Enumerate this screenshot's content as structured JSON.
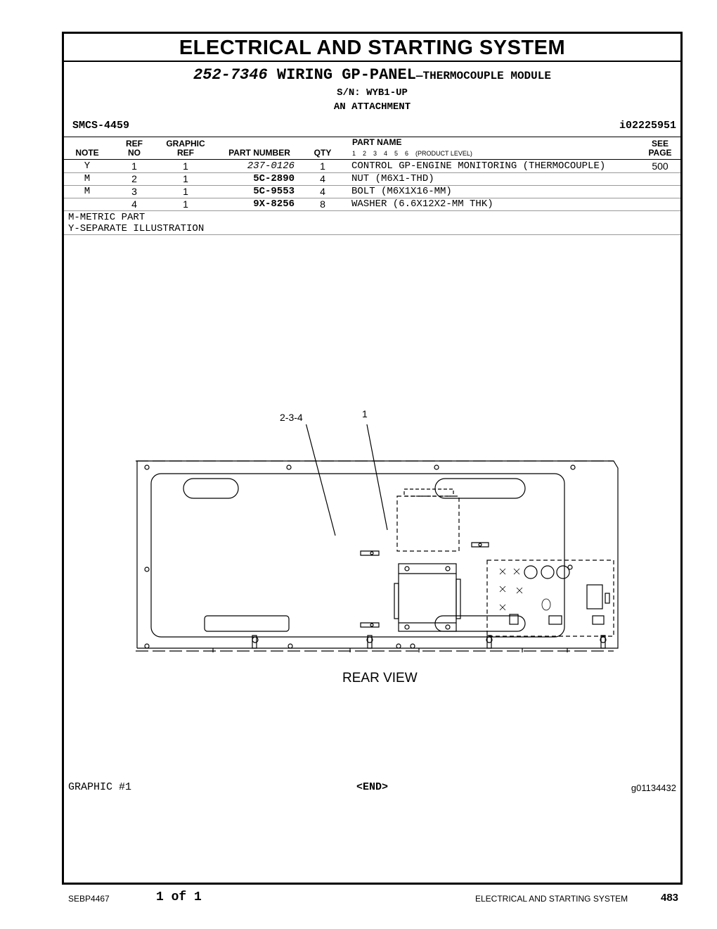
{
  "header": {
    "section_title": "ELECTRICAL AND STARTING SYSTEM",
    "group_part_number": "252-7346",
    "group_name": "WIRING GP-PANEL",
    "group_subtitle": "—THERMOCOUPLE MODULE",
    "serial": "S/N: WYB1-UP",
    "attachment": "AN ATTACHMENT",
    "smcs": "SMCS-4459",
    "illustration_id": "i02225951"
  },
  "table": {
    "col_note": "NOTE",
    "col_ref_top": "REF",
    "col_ref_bottom": "NO",
    "col_graphic_top": "GRAPHIC",
    "col_graphic_bottom": "REF",
    "col_part_number": "PART NUMBER",
    "col_qty": "QTY",
    "col_part_name": "PART NAME",
    "product_levels": "1    2    3    4    5    6    (PRODUCT LEVEL)",
    "col_see_top": "SEE",
    "col_see_bottom": "PAGE",
    "rows": [
      {
        "note": "Y",
        "ref": "1",
        "graphic": "1",
        "part_number": "237-0126",
        "qty": "1",
        "name": "CONTROL GP-ENGINE MONITORING (THERMOCOUPLE)",
        "see": "500"
      },
      {
        "note": "M",
        "ref": "2",
        "graphic": "1",
        "part_number": "5C-2890",
        "qty": "4",
        "name": "NUT (M6X1-THD)",
        "see": ""
      },
      {
        "note": "M",
        "ref": "3",
        "graphic": "1",
        "part_number": "5C-9553",
        "qty": "4",
        "name": "BOLT (M6X1X16-MM)",
        "see": ""
      },
      {
        "note": "",
        "ref": "4",
        "graphic": "1",
        "part_number": "9X-8256",
        "qty": "8",
        "name": "WASHER (6.6X12X2-MM THK)",
        "see": ""
      }
    ]
  },
  "notes": {
    "metric": "M-METRIC PART",
    "separate": "Y-SEPARATE ILLUSTRATION"
  },
  "illustration": {
    "callout_a": "2-3-4",
    "callout_b": "1",
    "view_label": "REAR VIEW"
  },
  "bottom": {
    "graphic_label": "GRAPHIC #1",
    "end_marker": "<END>",
    "graphic_id": "g01134432"
  },
  "footer": {
    "doc_id": "SEBP4467",
    "page_of": "1 of 1",
    "section": "ELECTRICAL AND STARTING SYSTEM",
    "page_number": "483"
  }
}
